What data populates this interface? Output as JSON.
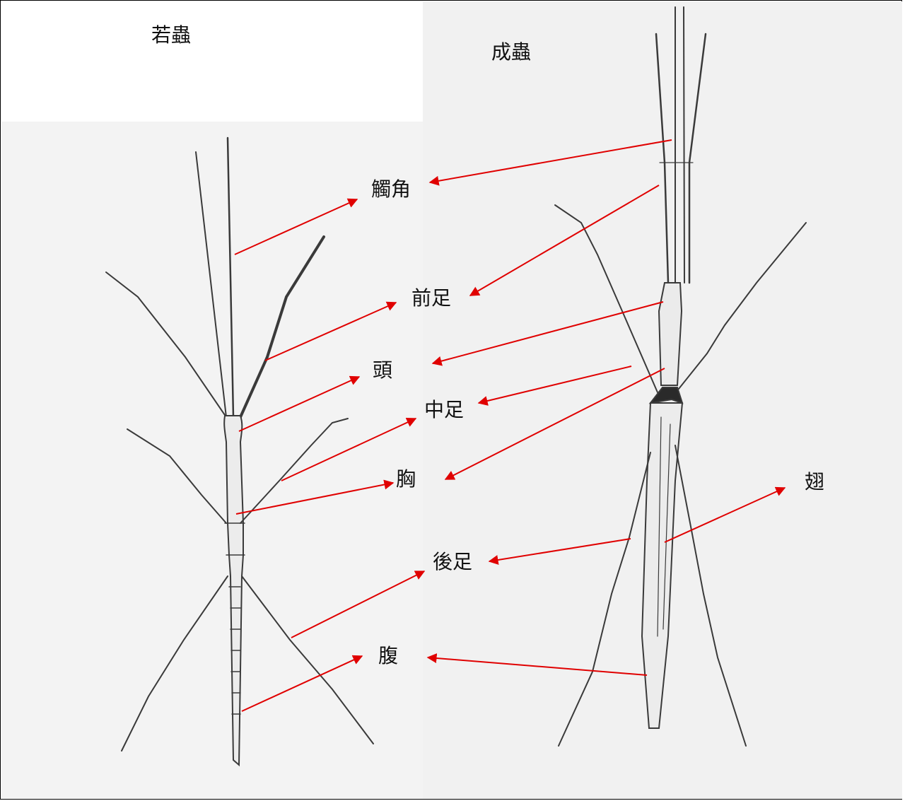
{
  "titles": {
    "nymph": "若蟲",
    "adult": "成蟲"
  },
  "labels": {
    "antenna": "觸角",
    "foreleg": "前足",
    "head": "頭",
    "midleg": "中足",
    "thorax": "胸",
    "wing": "翅",
    "hindleg": "後足",
    "abdomen": "腹"
  },
  "colors": {
    "arrow": "#e00000",
    "sketch": "#3a3a3a",
    "paper": "#f2f2f2"
  }
}
